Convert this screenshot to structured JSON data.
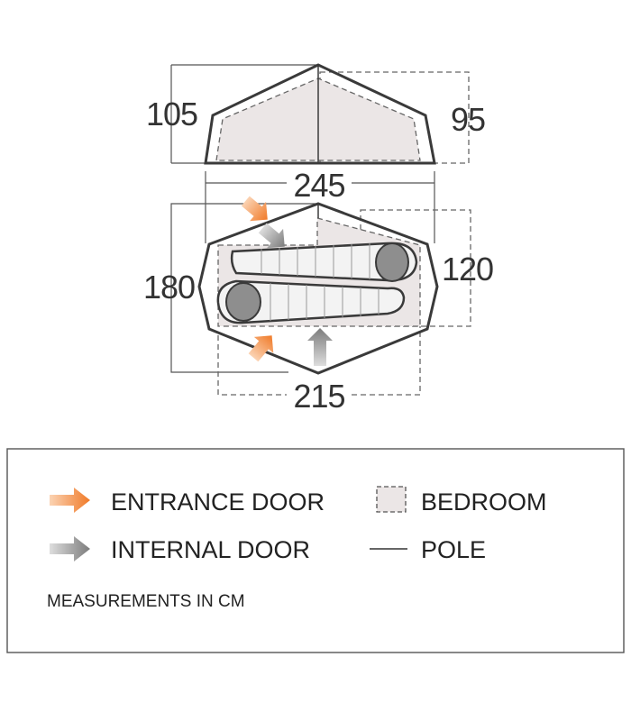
{
  "colors": {
    "entrance_door": "#f08a3c",
    "internal_door": "#8a8a8a",
    "bedroom_fill": "#ebe6e6",
    "outline": "#3a3a3a",
    "bag_fill": "#f3f3f3",
    "bag_head": "#8e8e8e"
  },
  "measurements": {
    "peak_height_left": "105",
    "inner_height_right": "95",
    "outer_width": "245",
    "outer_length": "180",
    "bedroom_length": "120",
    "bedroom_width": "215"
  },
  "legend": {
    "entrance_door": {
      "label": "ENTRANCE DOOR",
      "icon": "orange-arrow-icon"
    },
    "internal_door": {
      "label": "INTERNAL DOOR",
      "icon": "grey-arrow-icon"
    },
    "bedroom": {
      "label": "BEDROOM",
      "icon": "dashed-box-icon"
    },
    "pole": {
      "label": "POLE",
      "icon": "line-icon"
    },
    "note": "MEASUREMENTS IN CM"
  }
}
